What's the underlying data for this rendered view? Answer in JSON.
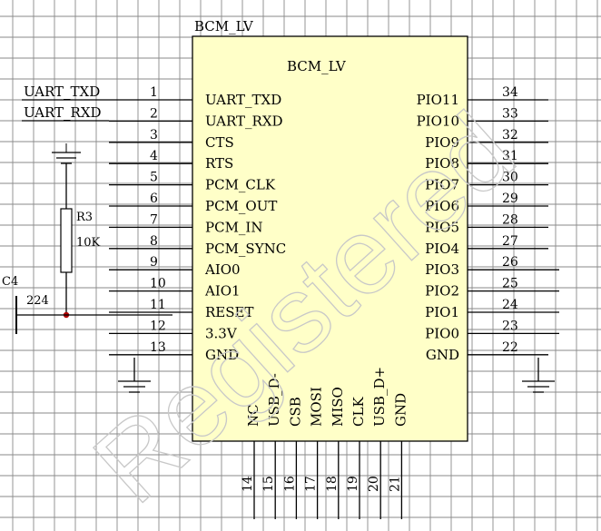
{
  "component": {
    "ref": "BCM_LV",
    "body_label": "BCM_LV"
  },
  "nets": {
    "uart_txd": "UART_TXD",
    "uart_rxd": "UART_RXD"
  },
  "resistor": {
    "ref": "R3",
    "value": "10K"
  },
  "capacitor": {
    "ref": "C4",
    "value": "224"
  },
  "left_pins": [
    {
      "num": "1",
      "name": "UART_TXD"
    },
    {
      "num": "2",
      "name": "UART_RXD"
    },
    {
      "num": "3",
      "name": "CTS"
    },
    {
      "num": "4",
      "name": "RTS"
    },
    {
      "num": "5",
      "name": "PCM_CLK"
    },
    {
      "num": "6",
      "name": "PCM_OUT"
    },
    {
      "num": "7",
      "name": "PCM_IN"
    },
    {
      "num": "8",
      "name": "PCM_SYNC"
    },
    {
      "num": "9",
      "name": "AIO0"
    },
    {
      "num": "10",
      "name": "AIO1"
    },
    {
      "num": "11",
      "name": "RESET"
    },
    {
      "num": "12",
      "name": "3.3V"
    },
    {
      "num": "13",
      "name": "GND"
    }
  ],
  "right_pins": [
    {
      "num": "34",
      "name": "PIO11"
    },
    {
      "num": "33",
      "name": "PIO10"
    },
    {
      "num": "32",
      "name": "PIO9"
    },
    {
      "num": "31",
      "name": "PIO8"
    },
    {
      "num": "30",
      "name": "PIO7"
    },
    {
      "num": "29",
      "name": "PIO6"
    },
    {
      "num": "28",
      "name": "PIO5"
    },
    {
      "num": "27",
      "name": "PIO4"
    },
    {
      "num": "26",
      "name": "PIO3"
    },
    {
      "num": "25",
      "name": "PIO2"
    },
    {
      "num": "24",
      "name": "PIO1"
    },
    {
      "num": "23",
      "name": "PIO0"
    },
    {
      "num": "22",
      "name": "GND"
    }
  ],
  "bottom_pins": [
    {
      "num": "14",
      "name": "NC"
    },
    {
      "num": "15",
      "name": "USB_D-"
    },
    {
      "num": "16",
      "name": "CSB"
    },
    {
      "num": "17",
      "name": "MOSI"
    },
    {
      "num": "18",
      "name": "MISO"
    },
    {
      "num": "19",
      "name": "CLK"
    },
    {
      "num": "20",
      "name": "USB_D+"
    },
    {
      "num": "21",
      "name": "GND"
    }
  ],
  "watermark": "Registered"
}
